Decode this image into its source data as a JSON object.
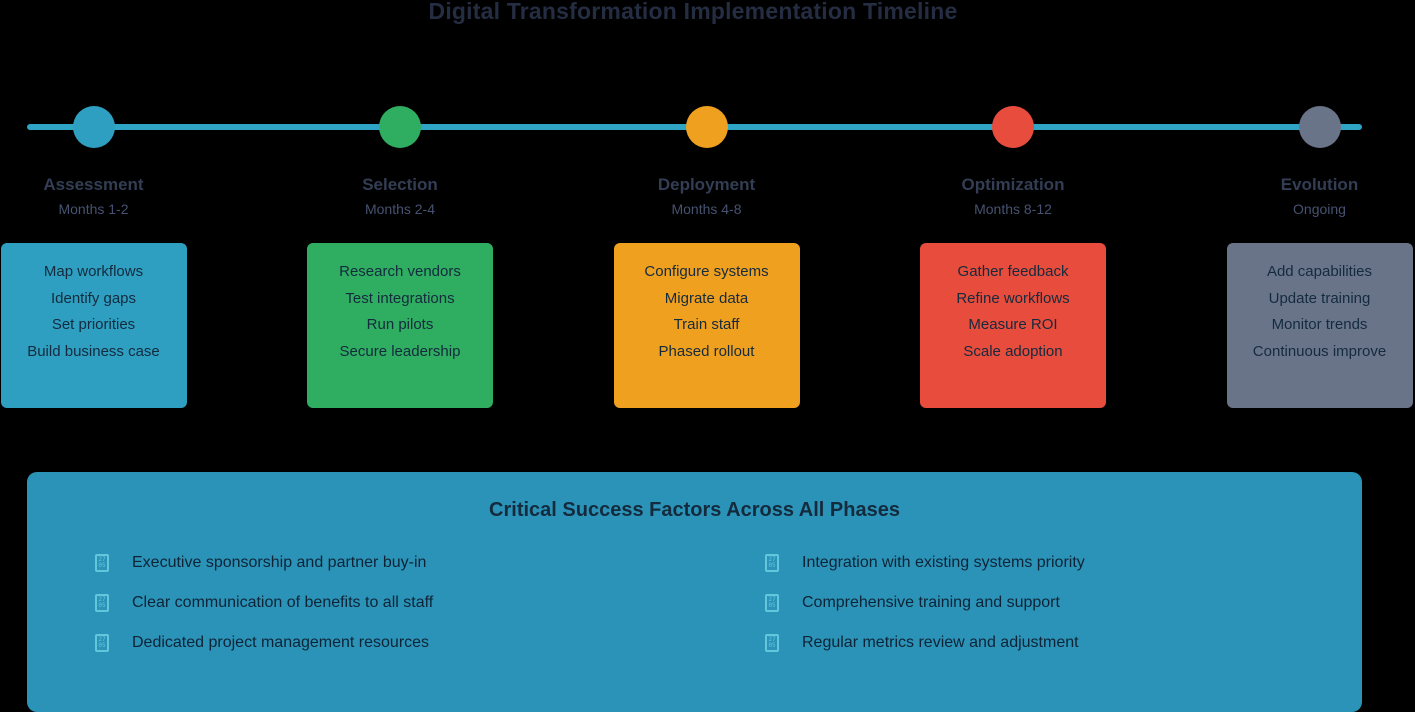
{
  "title": "Digital Transformation Implementation Timeline",
  "colors": {
    "background": "#000000",
    "timeline_line": "#2EA5C5",
    "title_text": "#242D42",
    "card_text": "#142B3E",
    "panel_background": "#2B93B8",
    "check_icon": "#62C6DC"
  },
  "phases": [
    {
      "name": "Assessment",
      "months": "Months 1-2",
      "color": "#2E9FC0",
      "items": [
        "Map workflows",
        "Identify gaps",
        "Set priorities",
        "Build business case"
      ]
    },
    {
      "name": "Selection",
      "months": "Months 2-4",
      "color": "#2FAD60",
      "items": [
        "Research vendors",
        "Test integrations",
        "Run pilots",
        "Secure leadership"
      ]
    },
    {
      "name": "Deployment",
      "months": "Months 4-8",
      "color": "#F0A01F",
      "items": [
        "Configure systems",
        "Migrate data",
        "Train staff",
        "Phased rollout"
      ]
    },
    {
      "name": "Optimization",
      "months": "Months 8-12",
      "color": "#E74C3C",
      "items": [
        "Gather feedback",
        "Refine workflows",
        "Measure ROI",
        "Scale adoption"
      ]
    },
    {
      "name": "Evolution",
      "months": "Ongoing",
      "color": "#6A7489",
      "items": [
        "Add capabilities",
        "Update training",
        "Monitor trends",
        "Continuous improve"
      ]
    }
  ],
  "success_panel": {
    "title": "Critical Success Factors Across All Phases",
    "icon": "checkmark-missing-glyph",
    "icon_hex": [
      "27",
      "05"
    ],
    "left_items": [
      "Executive sponsorship and partner buy-in",
      "Clear communication of benefits to all staff",
      "Dedicated project management resources"
    ],
    "right_items": [
      "Integration with existing systems priority",
      "Comprehensive training and support",
      "Regular metrics review and adjustment"
    ]
  }
}
